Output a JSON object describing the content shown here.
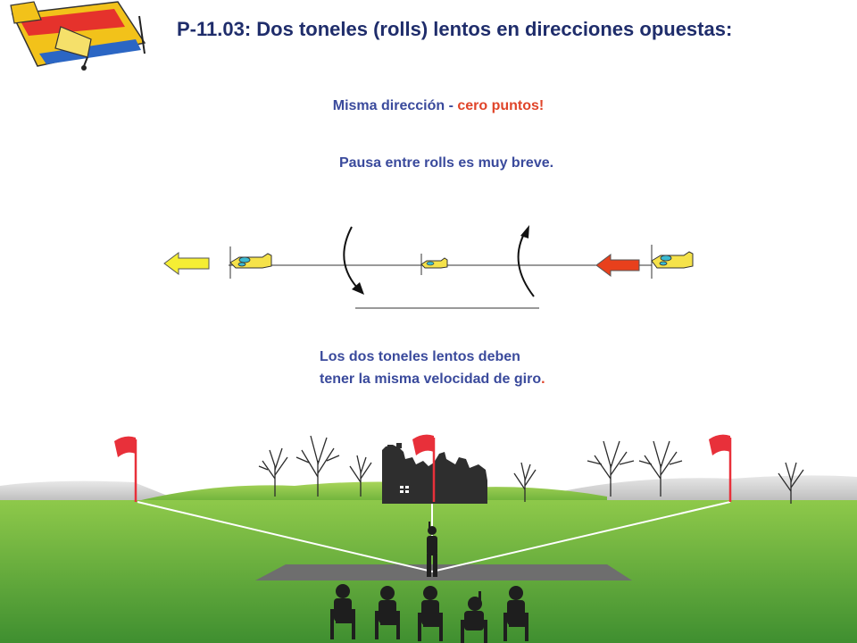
{
  "title": "P-11.03: Dos toneles (rolls) lentos en direcciones opuestas:",
  "note_same_direction": {
    "part1": "Misma dirección - ",
    "part2": "cero puntos!"
  },
  "note_pause": "Pausa entre rolls es muy breve.",
  "note_speed": {
    "line1": "Los dos toneles lentos deben",
    "line2": "tener la misma velocidad de giro",
    "end": "."
  },
  "colors": {
    "title": "#1f2d6b",
    "text": "#3a4a9c",
    "warning": "#e0452a",
    "arrow_left": "#f5ee34",
    "arrow_right": "#e8401c",
    "sky": "#ffffff",
    "grass": "#6fb83a",
    "runway": "#6e6e6e",
    "flag": "#e8303a"
  },
  "icons": {
    "logo": "aerobatic-plane-icon",
    "plane": "plane-silhouette-icon",
    "roll": "roll-arrow-icon",
    "direction": "direction-arrow-icon"
  }
}
